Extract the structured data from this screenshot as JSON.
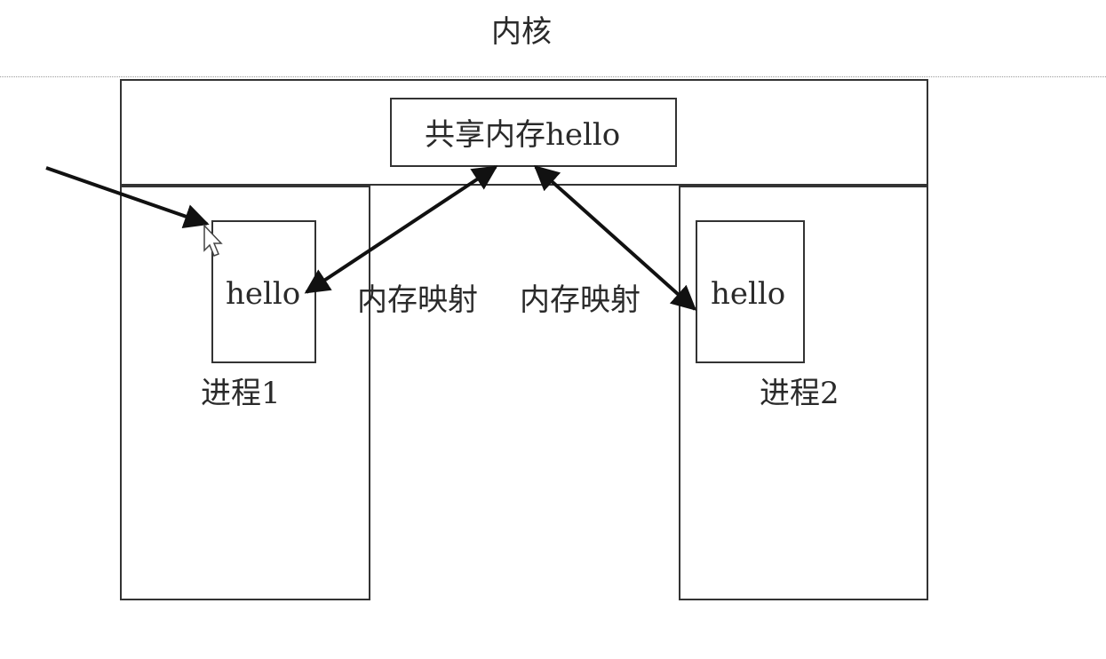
{
  "kernel_label": "内核",
  "shared_memory_label": "共享内存hello",
  "process1": {
    "name": "进程1",
    "buffer": "hello"
  },
  "process2": {
    "name": "进程2",
    "buffer": "hello"
  },
  "mapping_left_label": "内存映射",
  "mapping_right_label": "内存映射",
  "colors": {
    "line": "#333333",
    "arrow": "#111111",
    "text": "#2a2a2a"
  }
}
